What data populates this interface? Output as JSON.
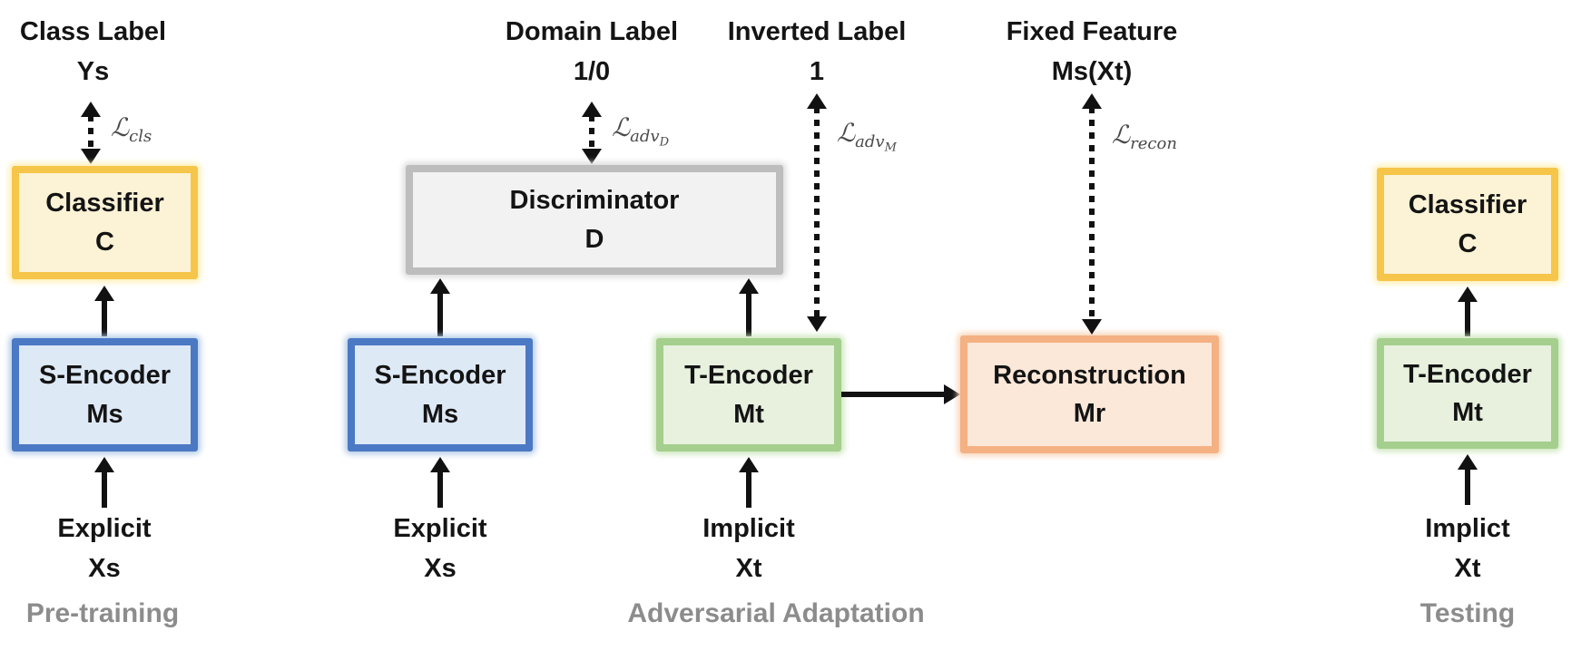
{
  "captions": {
    "pretraining": "Pre-training",
    "adversarial": "Adversarial Adaptation",
    "testing": "Testing"
  },
  "top_labels": {
    "class_label": {
      "line1": "Class Label",
      "line2": "Ys"
    },
    "domain_label": {
      "line1": "Domain Label",
      "line2": "1/0"
    },
    "inverted_label": {
      "line1": "Inverted Label",
      "line2": "1"
    },
    "fixed_feature": {
      "line1": "Fixed Feature",
      "line2": "Ms(Xt)"
    }
  },
  "boxes": {
    "classifier_pre": {
      "line1": "Classifier",
      "line2": "C"
    },
    "s_encoder_pre": {
      "line1": "S-Encoder",
      "line2": "Ms"
    },
    "discriminator": {
      "line1": "Discriminator",
      "line2": "D"
    },
    "s_encoder_adv": {
      "line1": "S-Encoder",
      "line2": "Ms"
    },
    "t_encoder_adv": {
      "line1": "T-Encoder",
      "line2": "Mt"
    },
    "reconstruction": {
      "line1": "Reconstruction",
      "line2": "Mr"
    },
    "classifier_test": {
      "line1": "Classifier",
      "line2": "C"
    },
    "t_encoder_test": {
      "line1": "T-Encoder",
      "line2": "Mt"
    }
  },
  "input_labels": {
    "explicit_pre": {
      "line1": "Explicit",
      "line2": "Xs"
    },
    "explicit_adv": {
      "line1": "Explicit",
      "line2": "Xs"
    },
    "implicit_adv": {
      "line1": "Implicit",
      "line2": "Xt"
    },
    "implicit_test": {
      "line1": "Implict",
      "line2": "Xt"
    }
  },
  "losses": {
    "cls": {
      "symbol": "ℒ",
      "sub": "cls",
      "subsub": ""
    },
    "adv_d": {
      "symbol": "ℒ",
      "sub": "adv",
      "subsub": "D"
    },
    "adv_m": {
      "symbol": "ℒ",
      "sub": "adv",
      "subsub": "M"
    },
    "recon": {
      "symbol": "ℒ",
      "sub": "recon",
      "subsub": ""
    }
  },
  "colors": {
    "yellow": {
      "border": "#F6C64B",
      "fill": "#FCF2D5",
      "glow": "#FFEFB2"
    },
    "blue": {
      "border": "#4B79C4",
      "fill": "#DEE9F6",
      "glow": "#B3CBE9"
    },
    "green": {
      "border": "#A5CF8D",
      "fill": "#E7F1DE",
      "glow": "#CDE6BD"
    },
    "orange": {
      "border": "#F4B183",
      "fill": "#FCE8D9",
      "glow": "#F9D5B7"
    },
    "gray": {
      "border": "#BDBDBD",
      "fill": "#F2F2F2",
      "glow": "#DBDBDB"
    },
    "caption_text": "#8C8C8C",
    "arrow": "#111111"
  }
}
